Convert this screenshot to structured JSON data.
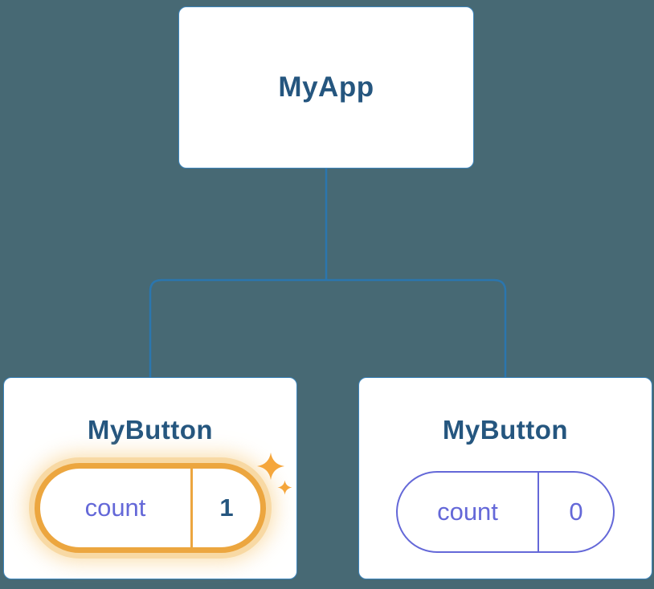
{
  "diagram": {
    "root": {
      "label": "MyApp"
    },
    "children": [
      {
        "label": "MyButton",
        "state": {
          "name": "count",
          "value": "1",
          "highlighted": true
        }
      },
      {
        "label": "MyButton",
        "state": {
          "name": "count",
          "value": "0",
          "highlighted": false
        }
      }
    ],
    "icons": {
      "sparkle": "four-point-star ✦"
    },
    "colors": {
      "background": "#476974",
      "card_bg": "#ffffff",
      "card_border": "#3d85bc",
      "connector": "#2b76ae",
      "title_text": "#25567f",
      "state_purple": "#6468d8",
      "highlight_orange": "#eca63f",
      "highlight_glow": "#f8d9a4",
      "value_navy": "#25567f",
      "sparkle": "#f5a63b"
    }
  }
}
